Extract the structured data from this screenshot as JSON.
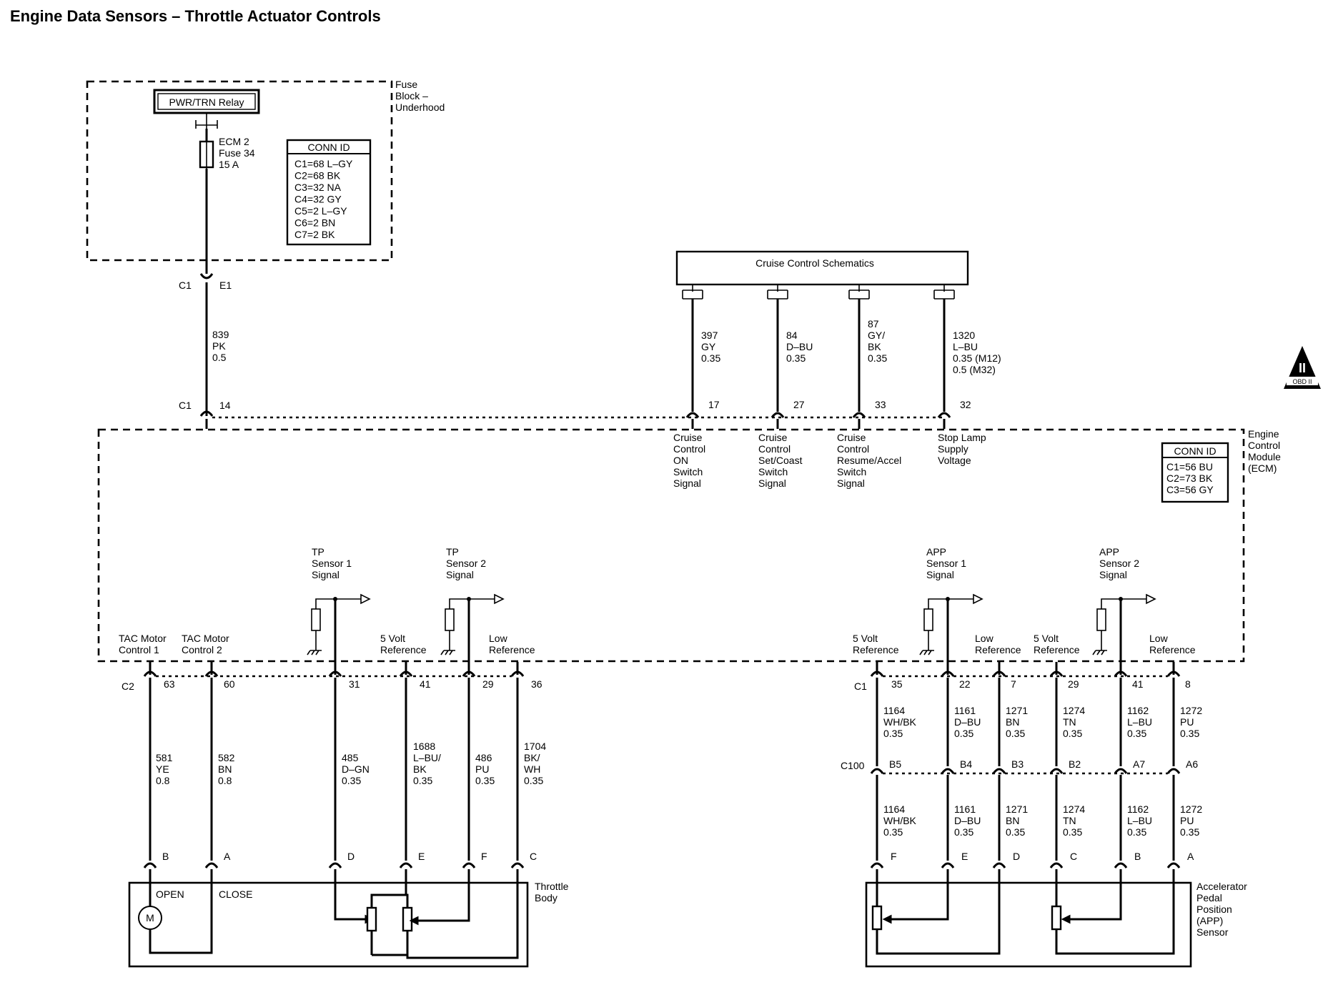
{
  "title": "Engine Data Sensors – Throttle Actuator Controls",
  "fuse_block": {
    "label": [
      "Fuse",
      "Block –",
      "Underhood"
    ],
    "relay": "PWR/TRN Relay",
    "fuse": [
      "ECM 2",
      "Fuse 34",
      "15 A"
    ],
    "conn_id": {
      "title": "CONN ID",
      "items": [
        "C1=68 L–GY",
        "C2=68 BK",
        "C3=32 NA",
        "C4=32 GY",
        "C5=2 L–GY",
        "C6=2 BN",
        "C7=2 BK"
      ]
    },
    "conn_top": {
      "left": "C1",
      "right": "E1"
    },
    "wire": [
      "839",
      "PK",
      "0.5"
    ],
    "ecm_conn": {
      "left": "C1",
      "right": "14"
    }
  },
  "cruise": {
    "box_label": "Cruise Control Schematics",
    "wires": [
      {
        "circuit": [
          "397",
          "GY",
          "0.35"
        ],
        "pin": "17",
        "signal": [
          "Cruise",
          "Control",
          "ON",
          "Switch",
          "Signal"
        ]
      },
      {
        "circuit": [
          "84",
          "D–BU",
          "0.35"
        ],
        "pin": "27",
        "signal": [
          "Cruise",
          "Control",
          "Set/Coast",
          "Switch",
          "Signal"
        ]
      },
      {
        "circuit": [
          "87",
          "GY/",
          "BK",
          "0.35"
        ],
        "pin": "33",
        "signal": [
          "Cruise",
          "Control",
          "Resume/Accel",
          "Switch",
          "Signal"
        ]
      },
      {
        "circuit": [
          "1320",
          "L–BU",
          "0.35 (M12)",
          "0.5 (M32)"
        ],
        "pin": "32",
        "signal": [
          "Stop Lamp",
          "Supply",
          "Voltage"
        ]
      }
    ]
  },
  "obd": {
    "symbol": "II",
    "label": "OBD II"
  },
  "ecm": {
    "label": [
      "Engine",
      "Control",
      "Module",
      "(ECM)"
    ],
    "conn_id": {
      "title": "CONN ID",
      "items": [
        "C1=56 BU",
        "C2=73 BK",
        "C3=56 GY"
      ]
    },
    "left_signals": [
      {
        "lines": [
          "TAC Motor",
          "Control 1"
        ]
      },
      {
        "lines": [
          "TAC Motor",
          "Control 2"
        ]
      },
      {
        "lines": [
          "TP",
          "Sensor 1",
          "Signal"
        ]
      },
      {
        "lines": [
          "5 Volt",
          "Reference"
        ]
      },
      {
        "lines": [
          "TP",
          "Sensor 2",
          "Signal"
        ]
      },
      {
        "lines": [
          "Low",
          "Reference"
        ]
      }
    ],
    "right_signals": [
      {
        "lines": [
          "5 Volt",
          "Reference"
        ]
      },
      {
        "lines": [
          "APP",
          "Sensor 1",
          "Signal"
        ]
      },
      {
        "lines": [
          "Low",
          "Reference"
        ]
      },
      {
        "lines": [
          "5 Volt",
          "Reference"
        ]
      },
      {
        "lines": [
          "APP",
          "Sensor 2",
          "Signal"
        ]
      },
      {
        "lines": [
          "Low",
          "Reference"
        ]
      }
    ]
  },
  "throttle": {
    "connector": "C2",
    "wires": [
      {
        "pin": "63",
        "circuit": [
          "581",
          "YE",
          "0.8"
        ],
        "body_pin": "B"
      },
      {
        "pin": "60",
        "circuit": [
          "582",
          "BN",
          "0.8"
        ],
        "body_pin": "A"
      },
      {
        "pin": "31",
        "circuit": [
          "485",
          "D–GN",
          "0.35"
        ],
        "body_pin": "D"
      },
      {
        "pin": "41",
        "circuit": [
          "1688",
          "L–BU/",
          "BK",
          "0.35"
        ],
        "body_pin": "E"
      },
      {
        "pin": "29",
        "circuit": [
          "486",
          "PU",
          "0.35"
        ],
        "body_pin": "F"
      },
      {
        "pin": "36",
        "circuit": [
          "1704",
          "BK/",
          "WH",
          "0.35"
        ],
        "body_pin": "C"
      }
    ],
    "body_label": [
      "Throttle",
      "Body"
    ],
    "open": "OPEN",
    "close": "CLOSE",
    "motor": "M"
  },
  "app": {
    "connector": "C1",
    "inline_connector": "C100",
    "wires": [
      {
        "pin": "35",
        "upper": [
          "1164",
          "WH/BK",
          "0.35"
        ],
        "inline": "B5",
        "lower": [
          "1164",
          "WH/BK",
          "0.35"
        ],
        "sensor_pin": "F"
      },
      {
        "pin": "22",
        "upper": [
          "1161",
          "D–BU",
          "0.35"
        ],
        "inline": "B4",
        "lower": [
          "1161",
          "D–BU",
          "0.35"
        ],
        "sensor_pin": "E"
      },
      {
        "pin": "7",
        "upper": [
          "1271",
          "BN",
          "0.35"
        ],
        "inline": "B3",
        "lower": [
          "1271",
          "BN",
          "0.35"
        ],
        "sensor_pin": "D"
      },
      {
        "pin": "29",
        "upper": [
          "1274",
          "TN",
          "0.35"
        ],
        "inline": "B2",
        "lower": [
          "1274",
          "TN",
          "0.35"
        ],
        "sensor_pin": "C"
      },
      {
        "pin": "41",
        "upper": [
          "1162",
          "L–BU",
          "0.35"
        ],
        "inline": "A7",
        "lower": [
          "1162",
          "L–BU",
          "0.35"
        ],
        "sensor_pin": "B"
      },
      {
        "pin": "8",
        "upper": [
          "1272",
          "PU",
          "0.35"
        ],
        "inline": "A6",
        "lower": [
          "1272",
          "PU",
          "0.35"
        ],
        "sensor_pin": "A"
      }
    ],
    "sensor_label": [
      "Accelerator",
      "Pedal",
      "Position",
      "(APP)",
      "Sensor"
    ]
  }
}
